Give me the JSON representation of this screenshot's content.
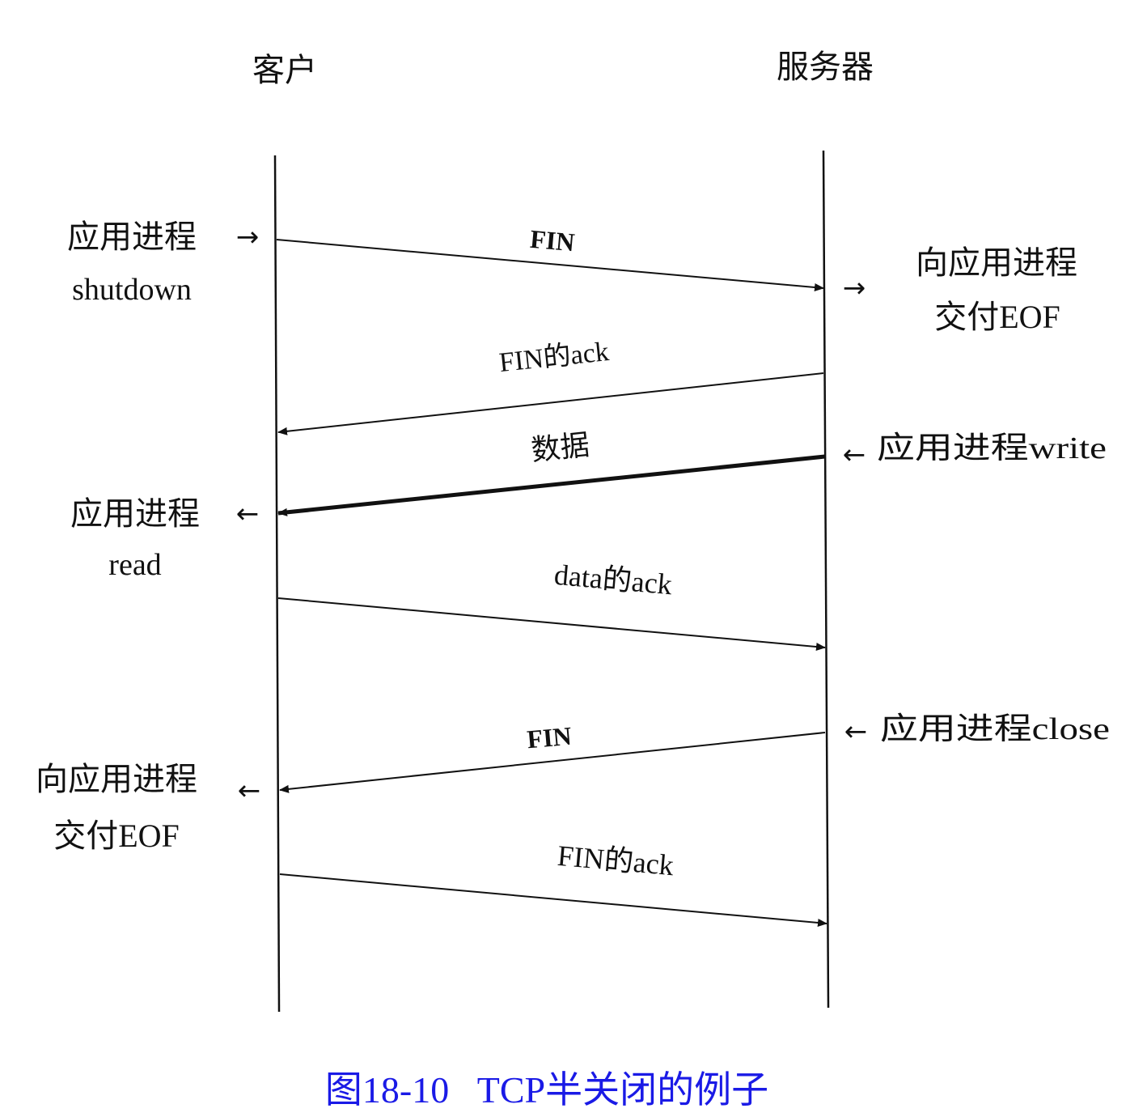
{
  "header": {
    "client": "客户",
    "server": "服务器"
  },
  "left_notes": {
    "n1_line1": "应用进程",
    "n1_line2": "shutdown",
    "n2_line1": "应用进程",
    "n2_line2": "read",
    "n3_line1": "向应用进程",
    "n3_line2": "交付EOF"
  },
  "right_notes": {
    "n1_line1": "向应用进程",
    "n1_line2": "交付EOF",
    "n2": "应用进程write",
    "n3": "应用进程close"
  },
  "messages": {
    "m1": "FIN",
    "m2": "FIN的ack",
    "m3": "数据",
    "m4": "data的ack",
    "m5": "FIN",
    "m6": "FIN的ack"
  },
  "arrows": {
    "right": "→",
    "left": "←"
  },
  "caption": "图18-10   TCP半关闭的例子",
  "colors": {
    "line": "#111111",
    "caption": "#1a1ae6"
  }
}
